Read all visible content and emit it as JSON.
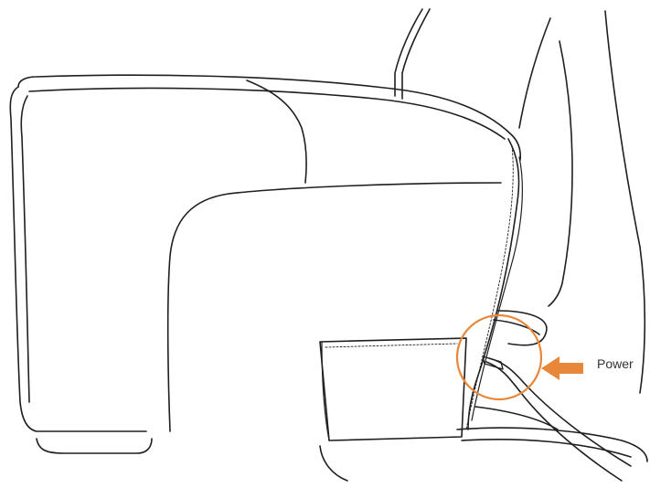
{
  "diagram": {
    "callout_label": "Power",
    "colors": {
      "line": "#1f1f1f",
      "callout": "#e8873a",
      "background": "#ffffff"
    },
    "icons": [
      "power-cable",
      "arrow-left-icon",
      "highlight-circle"
    ]
  }
}
